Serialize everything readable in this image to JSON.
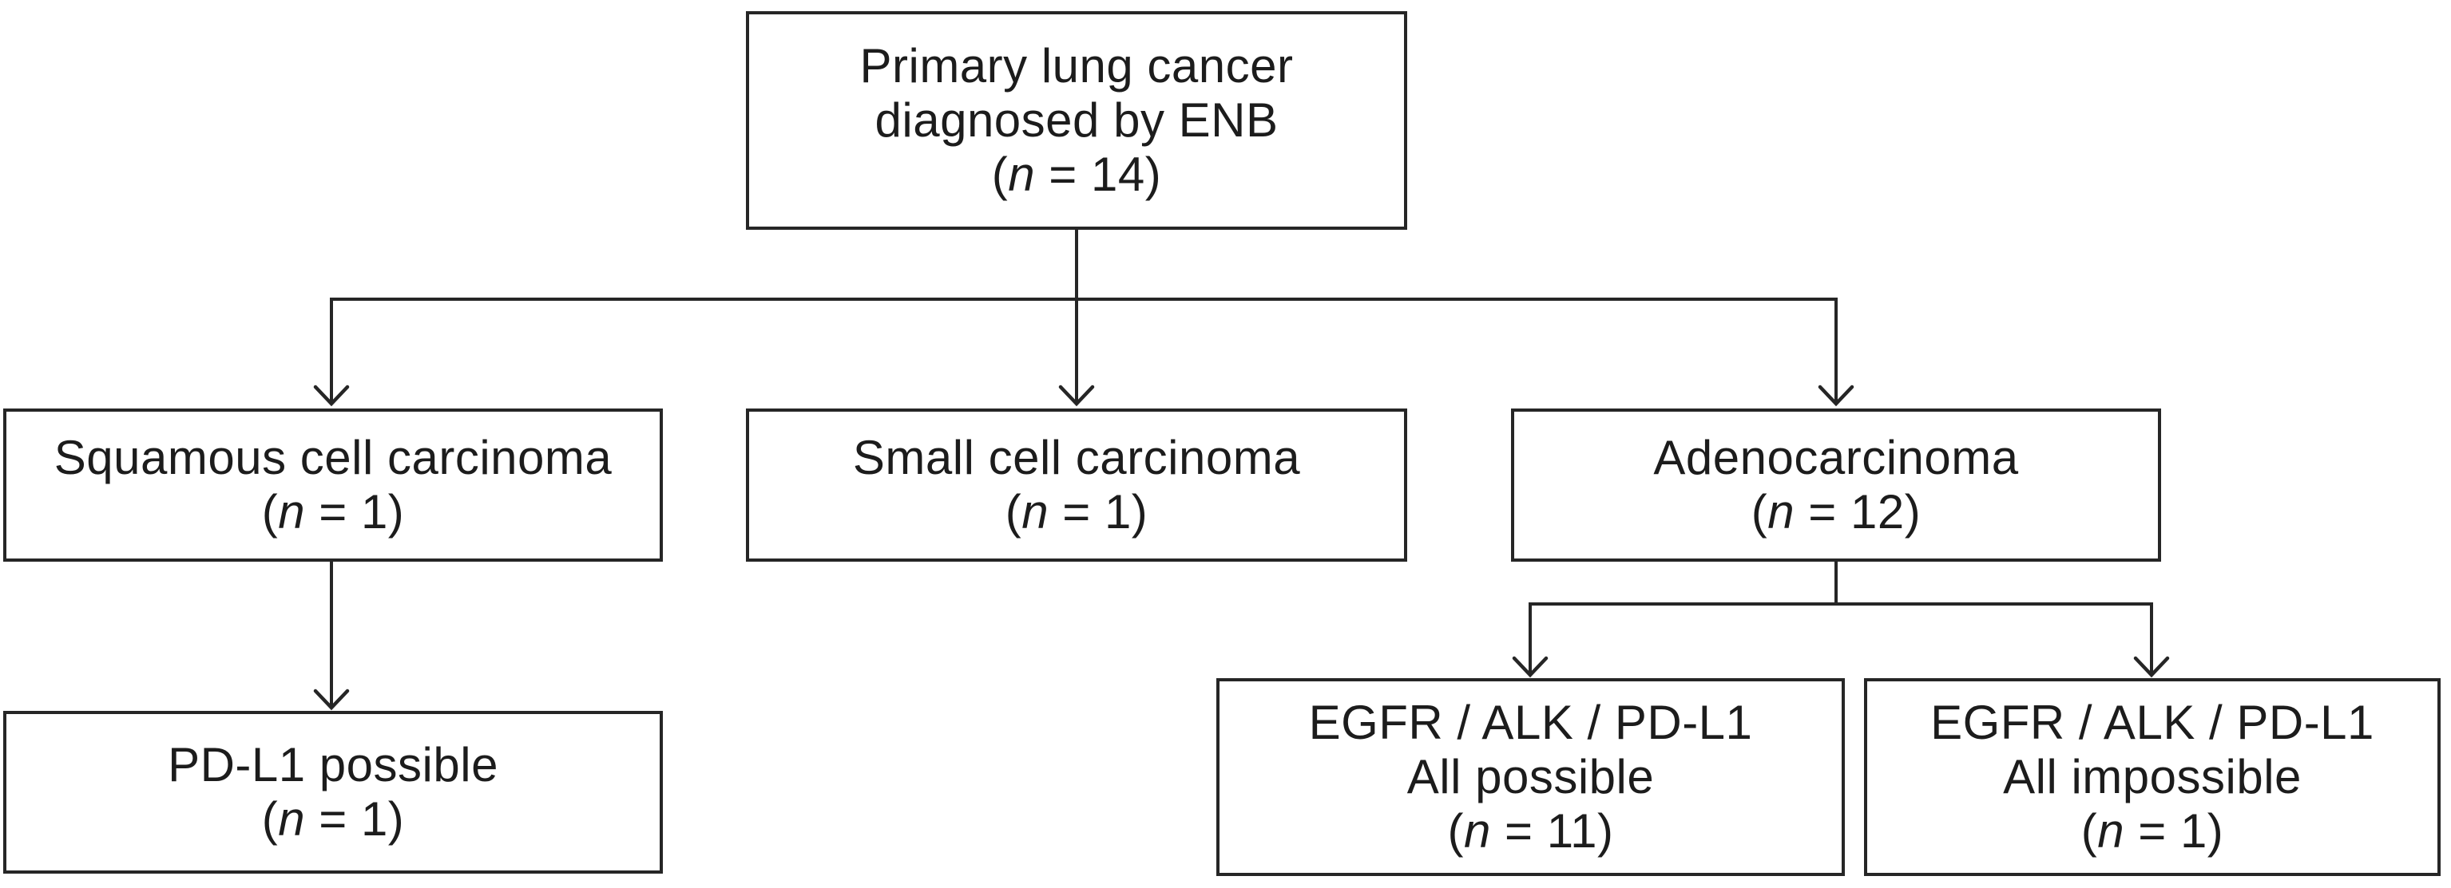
{
  "figure": {
    "background": "#ffffff",
    "border_color": "#262626",
    "text_color": "#1c1c1c"
  },
  "nodes": {
    "primary": {
      "line1": "Primary lung cancer",
      "line2": "diagnosed by ENB",
      "count": {
        "open": "(",
        "var": "n",
        "rest": " = 14)"
      }
    },
    "squamous": {
      "line1": "Squamous cell carcinoma",
      "count": {
        "open": "(",
        "var": "n",
        "rest": " = 1)"
      }
    },
    "small_cell": {
      "line1": "Small cell carcinoma",
      "count": {
        "open": "(",
        "var": "n",
        "rest": " = 1)"
      }
    },
    "adenocarcinoma": {
      "line1": "Adenocarcinoma",
      "count": {
        "open": "(",
        "var": "n",
        "rest": " = 12)"
      }
    },
    "pdl1_possible": {
      "line1": "PD-L1 possible",
      "count": {
        "open": "(",
        "var": "n",
        "rest": " = 1)"
      }
    },
    "markers_all_possible": {
      "line1": "EGFR / ALK / PD-L1",
      "line2": "All possible",
      "count": {
        "open": "(",
        "var": "n",
        "rest": " = 11)"
      }
    },
    "markers_all_impossible": {
      "line1": "EGFR / ALK / PD-L1",
      "line2": "All impossible",
      "count": {
        "open": "(",
        "var": "n",
        "rest": " = 1)"
      }
    }
  }
}
